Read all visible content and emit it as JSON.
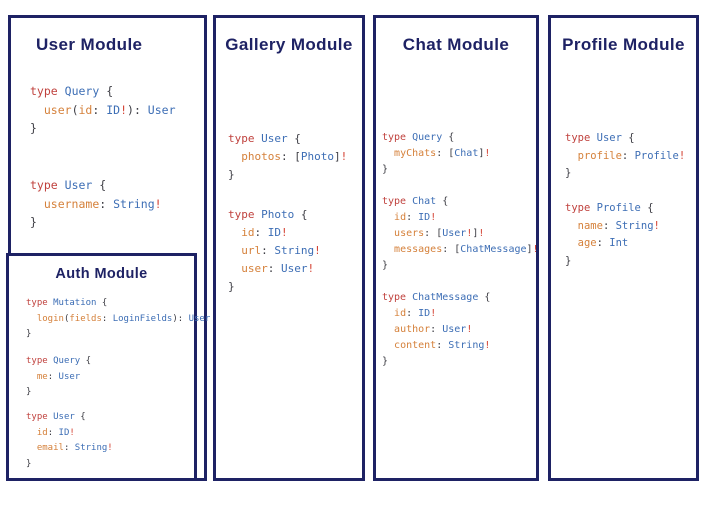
{
  "colors": {
    "navy": "#1e2264",
    "keyword": "#c0423e",
    "field": "#d5813b",
    "type_name": "#3d6eb5",
    "punctuation": "#3d3d44",
    "bang": "#d44334",
    "panel_bg": "#ffffff",
    "page_bg": "#ffffff"
  },
  "panels": [
    {
      "id": "user-module",
      "title": "User Module",
      "blocks": [
        [
          [
            [
              "k",
              "type"
            ],
            [
              "p",
              " "
            ],
            [
              "t",
              "Query"
            ],
            [
              "p",
              " {"
            ]
          ],
          [
            [
              "p",
              "  "
            ],
            [
              "f",
              "user"
            ],
            [
              "p",
              "("
            ],
            [
              "f",
              "id"
            ],
            [
              "p",
              ": "
            ],
            [
              "t",
              "ID"
            ],
            [
              "b",
              "!"
            ],
            [
              "p",
              "): "
            ],
            [
              "t",
              "User"
            ]
          ],
          [
            [
              "p",
              "}"
            ]
          ]
        ],
        [
          [
            [
              "k",
              "type"
            ],
            [
              "p",
              " "
            ],
            [
              "t",
              "User"
            ],
            [
              "p",
              " {"
            ]
          ],
          [
            [
              "p",
              "  "
            ],
            [
              "f",
              "username"
            ],
            [
              "p",
              ": "
            ],
            [
              "t",
              "String"
            ],
            [
              "b",
              "!"
            ]
          ],
          [
            [
              "p",
              "}"
            ]
          ]
        ]
      ]
    },
    {
      "id": "auth-module",
      "title": "Auth Module",
      "blocks": [
        [
          [
            [
              "k",
              "type"
            ],
            [
              "p",
              " "
            ],
            [
              "t",
              "Mutation"
            ],
            [
              "p",
              " {"
            ]
          ],
          [
            [
              "p",
              "  "
            ],
            [
              "f",
              "login"
            ],
            [
              "p",
              "("
            ],
            [
              "f",
              "fields"
            ],
            [
              "p",
              ": "
            ],
            [
              "t",
              "LoginFields"
            ],
            [
              "p",
              "): "
            ],
            [
              "t",
              "User"
            ]
          ],
          [
            [
              "p",
              "}"
            ]
          ]
        ],
        [
          [
            [
              "k",
              "type"
            ],
            [
              "p",
              " "
            ],
            [
              "t",
              "Query"
            ],
            [
              "p",
              " {"
            ]
          ],
          [
            [
              "p",
              "  "
            ],
            [
              "f",
              "me"
            ],
            [
              "p",
              ": "
            ],
            [
              "t",
              "User"
            ]
          ],
          [
            [
              "p",
              "}"
            ]
          ]
        ],
        [
          [
            [
              "k",
              "type"
            ],
            [
              "p",
              " "
            ],
            [
              "t",
              "User"
            ],
            [
              "p",
              " {"
            ]
          ],
          [
            [
              "p",
              "  "
            ],
            [
              "f",
              "id"
            ],
            [
              "p",
              ": "
            ],
            [
              "t",
              "ID"
            ],
            [
              "b",
              "!"
            ]
          ],
          [
            [
              "p",
              "  "
            ],
            [
              "f",
              "email"
            ],
            [
              "p",
              ": "
            ],
            [
              "t",
              "String"
            ],
            [
              "b",
              "!"
            ]
          ],
          [
            [
              "p",
              "}"
            ]
          ]
        ]
      ]
    },
    {
      "id": "gallery-module",
      "title": "Gallery Module",
      "blocks": [
        [
          [
            [
              "k",
              "type"
            ],
            [
              "p",
              " "
            ],
            [
              "t",
              "User"
            ],
            [
              "p",
              " {"
            ]
          ],
          [
            [
              "p",
              "  "
            ],
            [
              "f",
              "photos"
            ],
            [
              "p",
              ": ["
            ],
            [
              "t",
              "Photo"
            ],
            [
              "p",
              "]"
            ],
            [
              "b",
              "!"
            ]
          ],
          [
            [
              "p",
              "}"
            ]
          ]
        ],
        [
          [
            [
              "k",
              "type"
            ],
            [
              "p",
              " "
            ],
            [
              "t",
              "Photo"
            ],
            [
              "p",
              " {"
            ]
          ],
          [
            [
              "p",
              "  "
            ],
            [
              "f",
              "id"
            ],
            [
              "p",
              ": "
            ],
            [
              "t",
              "ID"
            ],
            [
              "b",
              "!"
            ]
          ],
          [
            [
              "p",
              "  "
            ],
            [
              "f",
              "url"
            ],
            [
              "p",
              ": "
            ],
            [
              "t",
              "String"
            ],
            [
              "b",
              "!"
            ]
          ],
          [
            [
              "p",
              "  "
            ],
            [
              "f",
              "user"
            ],
            [
              "p",
              ": "
            ],
            [
              "t",
              "User"
            ],
            [
              "b",
              "!"
            ]
          ],
          [
            [
              "p",
              "}"
            ]
          ]
        ]
      ]
    },
    {
      "id": "chat-module",
      "title": "Chat Module",
      "blocks": [
        [
          [
            [
              "k",
              "type"
            ],
            [
              "p",
              " "
            ],
            [
              "t",
              "Query"
            ],
            [
              "p",
              " {"
            ]
          ],
          [
            [
              "p",
              "  "
            ],
            [
              "f",
              "myChats"
            ],
            [
              "p",
              ": ["
            ],
            [
              "t",
              "Chat"
            ],
            [
              "p",
              "]"
            ],
            [
              "b",
              "!"
            ]
          ],
          [
            [
              "p",
              "}"
            ]
          ]
        ],
        [
          [
            [
              "k",
              "type"
            ],
            [
              "p",
              " "
            ],
            [
              "t",
              "Chat"
            ],
            [
              "p",
              " {"
            ]
          ],
          [
            [
              "p",
              "  "
            ],
            [
              "f",
              "id"
            ],
            [
              "p",
              ": "
            ],
            [
              "t",
              "ID"
            ],
            [
              "b",
              "!"
            ]
          ],
          [
            [
              "p",
              "  "
            ],
            [
              "f",
              "users"
            ],
            [
              "p",
              ": ["
            ],
            [
              "t",
              "User"
            ],
            [
              "b",
              "!"
            ],
            [
              "p",
              "]"
            ],
            [
              "b",
              "!"
            ]
          ],
          [
            [
              "p",
              "  "
            ],
            [
              "f",
              "messages"
            ],
            [
              "p",
              ": ["
            ],
            [
              "t",
              "ChatMessage"
            ],
            [
              "p",
              "]"
            ],
            [
              "b",
              "!"
            ]
          ],
          [
            [
              "p",
              "}"
            ]
          ]
        ],
        [
          [
            [
              "k",
              "type"
            ],
            [
              "p",
              " "
            ],
            [
              "t",
              "ChatMessage"
            ],
            [
              "p",
              " {"
            ]
          ],
          [
            [
              "p",
              "  "
            ],
            [
              "f",
              "id"
            ],
            [
              "p",
              ": "
            ],
            [
              "t",
              "ID"
            ],
            [
              "b",
              "!"
            ]
          ],
          [
            [
              "p",
              "  "
            ],
            [
              "f",
              "author"
            ],
            [
              "p",
              ": "
            ],
            [
              "t",
              "User"
            ],
            [
              "b",
              "!"
            ]
          ],
          [
            [
              "p",
              "  "
            ],
            [
              "f",
              "content"
            ],
            [
              "p",
              ": "
            ],
            [
              "t",
              "String"
            ],
            [
              "b",
              "!"
            ]
          ],
          [
            [
              "p",
              "}"
            ]
          ]
        ]
      ]
    },
    {
      "id": "profile-module",
      "title": "Profile Module",
      "blocks": [
        [
          [
            [
              "k",
              "type"
            ],
            [
              "p",
              " "
            ],
            [
              "t",
              "User"
            ],
            [
              "p",
              " {"
            ]
          ],
          [
            [
              "p",
              "  "
            ],
            [
              "f",
              "profile"
            ],
            [
              "p",
              ": "
            ],
            [
              "t",
              "Profile"
            ],
            [
              "b",
              "!"
            ]
          ],
          [
            [
              "p",
              "}"
            ]
          ]
        ],
        [
          [
            [
              "k",
              "type"
            ],
            [
              "p",
              " "
            ],
            [
              "t",
              "Profile"
            ],
            [
              "p",
              " {"
            ]
          ],
          [
            [
              "p",
              "  "
            ],
            [
              "f",
              "name"
            ],
            [
              "p",
              ": "
            ],
            [
              "t",
              "String"
            ],
            [
              "b",
              "!"
            ]
          ],
          [
            [
              "p",
              "  "
            ],
            [
              "f",
              "age"
            ],
            [
              "p",
              ": "
            ],
            [
              "t",
              "Int"
            ]
          ],
          [
            [
              "p",
              "}"
            ]
          ]
        ]
      ]
    }
  ]
}
